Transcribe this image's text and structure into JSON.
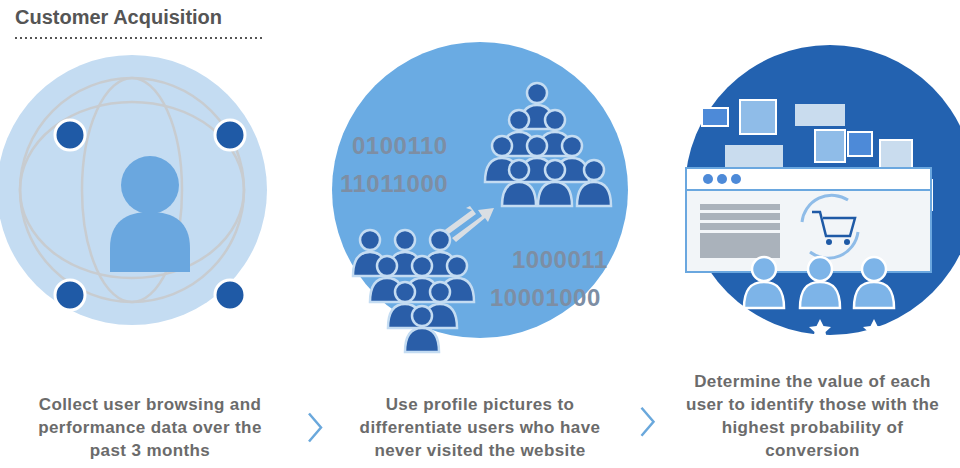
{
  "diagram": {
    "title": "Customer Acquisition",
    "nodes": [
      {
        "text": [
          "Collect user browsing and performance data over the past 3 months"
        ]
      },
      {
        "text": [
          "Use profile pictures to differentiate users who have never visited the website"
        ]
      },
      {
        "text": [
          "Determine the value of each user to identify those with the highest probability of conversion"
        ]
      }
    ],
    "edges": [
      {
        "from": 0,
        "to": 1,
        "arrow": "to"
      },
      {
        "from": 1,
        "to": 2,
        "arrow": "to"
      }
    ],
    "labels": [
      "0100110",
      "11011000",
      "1000011",
      "10001000"
    ]
  }
}
